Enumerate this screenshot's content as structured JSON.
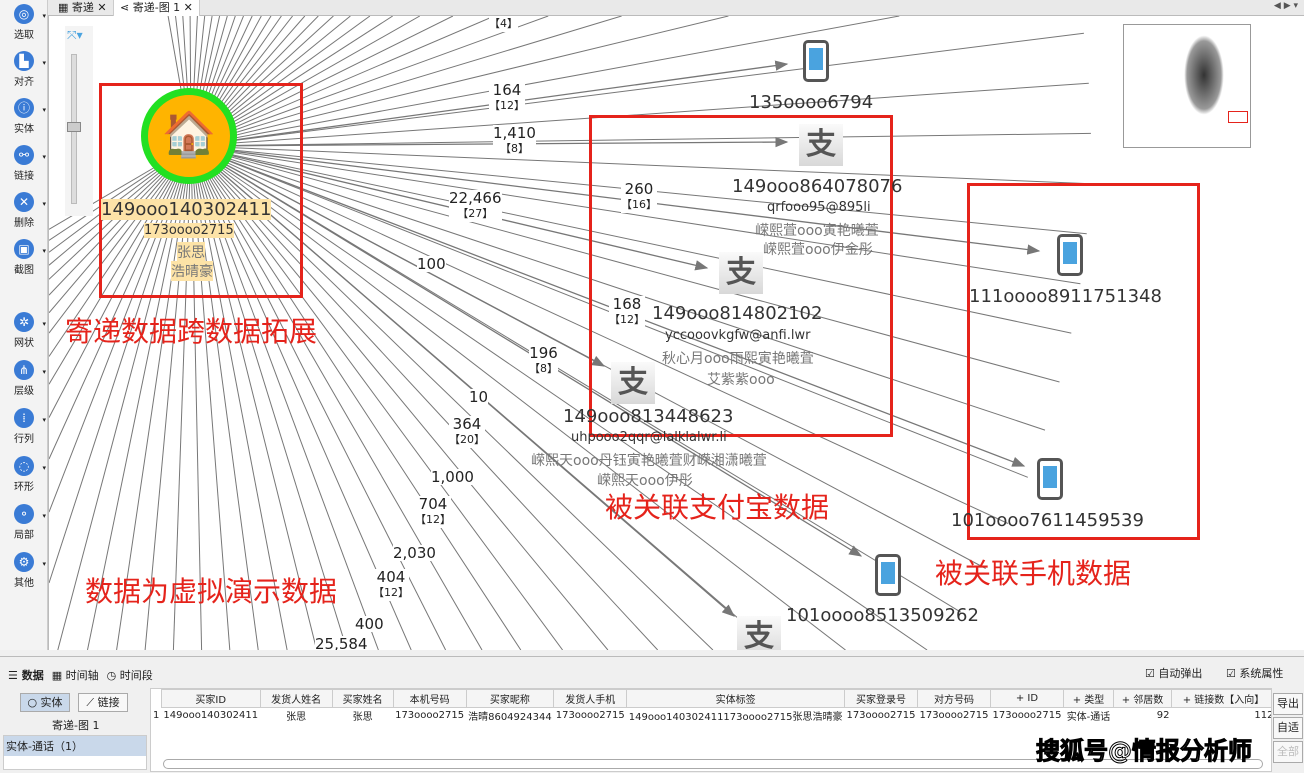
{
  "tabs": [
    {
      "label": "寄递",
      "icon": "table-icon"
    },
    {
      "label": "寄递-图 1",
      "icon": "graph-icon"
    }
  ],
  "toolbar": [
    "选取",
    "对齐",
    "实体",
    "链接",
    "删除",
    "截图",
    "网状",
    "层级",
    "行列",
    "环形",
    "局部",
    "其他"
  ],
  "hub": {
    "id": "149ooo140302411",
    "phone": "173oooo2715",
    "name": "张思",
    "nick": "浩晴豪"
  },
  "nodes": {
    "p1": "135oooo6794",
    "a1": {
      "id": "149ooo864078076",
      "email": "qrfooo95@895li",
      "l1": "嵘熙萓ooo寅艳曦萓",
      "l2": "嵘熙萓ooo伊金彤"
    },
    "a2": {
      "id": "149ooo814802102",
      "email": "yccooovkgfw@anfi.lwr",
      "l1": "秋心月ooo雨熙寅艳曦萓",
      "l2": "艾紫紫ooo"
    },
    "a3": {
      "id": "149ooo813448623",
      "email": "uhpooo2qqr@lalklalwr.li",
      "l1": "嵘熙天ooo丹钰寅艳曦萓财嵘湘潇曦萓",
      "l2": "嵘熙天ooo伊彤"
    },
    "p2": "111oooo8911751348",
    "p3": "101oooo7611459539",
    "p4": "101oooo8513509262"
  },
  "edges": [
    {
      "v": "",
      "c": "【4】"
    },
    {
      "v": "164",
      "c": "【12】"
    },
    {
      "v": "1,410",
      "c": "【8】"
    },
    {
      "v": "22,466",
      "c": "【27】"
    },
    {
      "v": "260",
      "c": "【16】"
    },
    {
      "v": "100",
      "c": ""
    },
    {
      "v": "168",
      "c": "【12】"
    },
    {
      "v": "196",
      "c": "【8】"
    },
    {
      "v": "10",
      "c": ""
    },
    {
      "v": "364",
      "c": "【20】"
    },
    {
      "v": "1,000",
      "c": ""
    },
    {
      "v": "704",
      "c": "【12】"
    },
    {
      "v": "2,030",
      "c": ""
    },
    {
      "v": "404",
      "c": "【12】"
    },
    {
      "v": "400",
      "c": ""
    },
    {
      "v": "25,584",
      "c": ""
    }
  ],
  "annotations": {
    "expand": "寄递数据跨数据拓展",
    "alipay": "被关联支付宝数据",
    "phone": "被关联手机数据",
    "demo": "数据为虚拟演示数据"
  },
  "bottom": {
    "tabs": [
      "数据",
      "时间轴",
      "时间段"
    ],
    "entity_btn": "实体",
    "link_btn": "链接",
    "graph_name": "寄递-图 1",
    "tree_item": "实体-通话（1）",
    "auto_popup": "自动弹出",
    "sys_attr": "系统属性",
    "columns": [
      "买家ID",
      "发货人姓名",
      "买家姓名",
      "本机号码",
      "买家昵称",
      "发货人手机",
      "实体标签",
      "买家登录号",
      "对方号码",
      "+ ID",
      "+ 类型",
      "+ 邻居数",
      "+ 链接数【入向】",
      "+ 链接数"
    ],
    "rows": [
      [
        "1",
        "149ooo140302411",
        "张思",
        "张思",
        "173oooo2715",
        "浩晴8604924344",
        "173oooo2715",
        "149ooo140302411173oooo2715张思浩晴豪",
        "173oooo2715",
        "173oooo2715",
        "173oooo2715",
        "实体-通话",
        "92",
        "112",
        ""
      ]
    ],
    "export": "导出",
    "fit": "自适",
    "all": "全部"
  },
  "watermark": "搜狐号@情报分析师"
}
